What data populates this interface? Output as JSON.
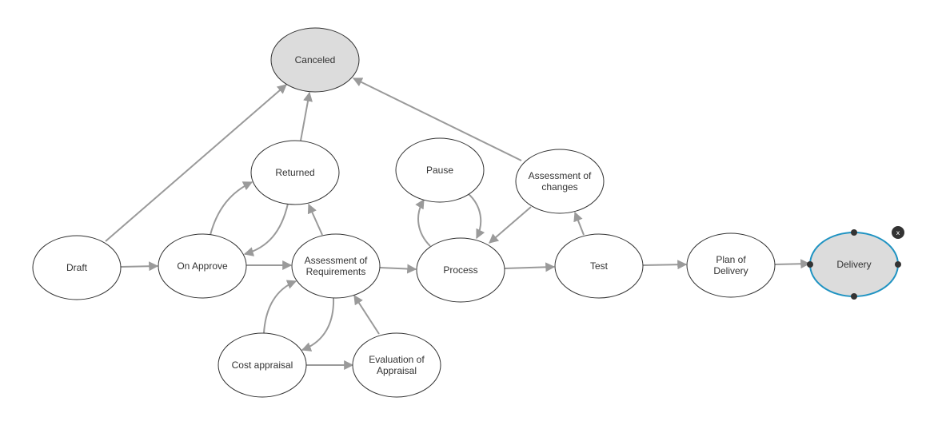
{
  "colors": {
    "node_fill": "#ffffff",
    "node_fill_terminal": "#dcdcdc",
    "node_stroke": "#333333",
    "selected_stroke": "#1f93c2",
    "edge": "#9a9a9a",
    "handle": "#333333"
  },
  "nodes": {
    "canceled": {
      "label": [
        "Canceled"
      ],
      "terminal": true
    },
    "returned": {
      "label": [
        "Returned"
      ]
    },
    "pause": {
      "label": [
        "Pause"
      ]
    },
    "assessment_changes": {
      "label": [
        "Assessment of",
        "changes"
      ]
    },
    "draft": {
      "label": [
        "Draft"
      ]
    },
    "on_approve": {
      "label": [
        "On Approve"
      ]
    },
    "assessment_requirements": {
      "label": [
        "Assessment of",
        "Requirements"
      ]
    },
    "process": {
      "label": [
        "Process"
      ]
    },
    "test": {
      "label": [
        "Test"
      ]
    },
    "plan_delivery": {
      "label": [
        "Plan of",
        "Delivery"
      ]
    },
    "delivery": {
      "label": [
        "Delivery"
      ],
      "terminal": true,
      "selected": true
    },
    "cost_appraisal": {
      "label": [
        "Cost appraisal"
      ]
    },
    "evaluation_appraisal": {
      "label": [
        "Evaluation of",
        "Appraisal"
      ]
    }
  },
  "edges": [
    {
      "from": "draft",
      "to": "on_approve"
    },
    {
      "from": "draft",
      "to": "canceled"
    },
    {
      "from": "on_approve",
      "to": "returned"
    },
    {
      "from": "returned",
      "to": "on_approve"
    },
    {
      "from": "returned",
      "to": "canceled"
    },
    {
      "from": "on_approve",
      "to": "assessment_requirements"
    },
    {
      "from": "assessment_requirements",
      "to": "returned"
    },
    {
      "from": "assessment_requirements",
      "to": "cost_appraisal"
    },
    {
      "from": "cost_appraisal",
      "to": "assessment_requirements"
    },
    {
      "from": "cost_appraisal",
      "to": "evaluation_appraisal"
    },
    {
      "from": "evaluation_appraisal",
      "to": "assessment_requirements"
    },
    {
      "from": "assessment_requirements",
      "to": "process"
    },
    {
      "from": "process",
      "to": "pause"
    },
    {
      "from": "pause",
      "to": "process"
    },
    {
      "from": "assessment_changes",
      "to": "process"
    },
    {
      "from": "assessment_changes",
      "to": "canceled"
    },
    {
      "from": "process",
      "to": "test"
    },
    {
      "from": "test",
      "to": "assessment_changes"
    },
    {
      "from": "test",
      "to": "plan_delivery"
    },
    {
      "from": "plan_delivery",
      "to": "delivery"
    }
  ],
  "selection": {
    "close_glyph": "x"
  }
}
